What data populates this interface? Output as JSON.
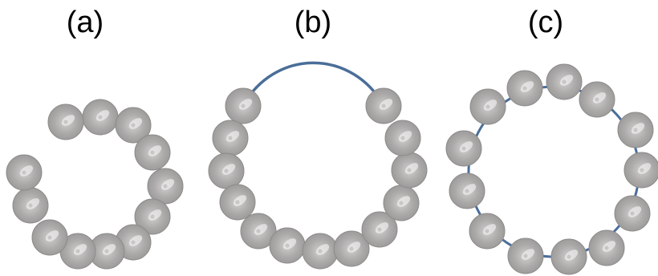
{
  "panels": [
    {
      "id": "a",
      "label": "(a)",
      "linker": "none",
      "bead_count": 12
    },
    {
      "id": "b",
      "label": "(b)",
      "linker": "arc-gap",
      "bead_count": 13
    },
    {
      "id": "c",
      "label": "(c)",
      "linker": "full-ring",
      "bead_count": 13
    }
  ],
  "colors": {
    "bead_fill": "#a8a6a5",
    "bead_edge": "#8e8c8b",
    "bead_highlight": "#ebeae9",
    "linker": "#4a6e98",
    "background": "#ffffff"
  }
}
